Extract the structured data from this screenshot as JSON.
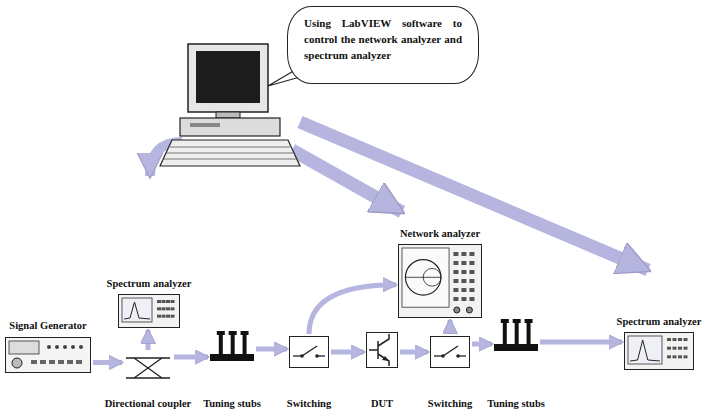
{
  "diagram": {
    "nodes": [
      {
        "text": [
          "Using LabVIEW software to control the network analyzer and spectrum analyzer"
        ]
      },
      {
        "text": [
          "Spectrum analyzer"
        ]
      },
      {
        "text": [
          "Signal Generator"
        ]
      },
      {
        "text": [
          "Directional coupler"
        ]
      },
      {
        "text": [
          "Tuning stubs"
        ]
      },
      {
        "text": [
          "Switching"
        ]
      },
      {
        "text": [
          "DUT"
        ]
      },
      {
        "text": [
          "Switching"
        ]
      },
      {
        "text": [
          "Tuning stubs"
        ]
      },
      {
        "text": [
          "Network analyzer"
        ]
      },
      {
        "text": [
          "Spectrum analyzer"
        ]
      }
    ],
    "edges": [
      {
        "from": 2,
        "to": 3,
        "arrow": "to"
      },
      {
        "from": 3,
        "to": 1,
        "arrow": "to"
      },
      {
        "from": 3,
        "to": 4,
        "arrow": "to"
      },
      {
        "from": 4,
        "to": 5,
        "arrow": "to"
      },
      {
        "from": 5,
        "to": 6,
        "arrow": "to"
      },
      {
        "from": 6,
        "to": 7,
        "arrow": "to"
      },
      {
        "from": 7,
        "to": 8,
        "arrow": "to"
      },
      {
        "from": 8,
        "to": 10,
        "arrow": "to"
      },
      {
        "from": 5,
        "to": 9,
        "arrow": "to"
      },
      {
        "from": 7,
        "to": 9,
        "arrow": "to"
      }
    ]
  }
}
